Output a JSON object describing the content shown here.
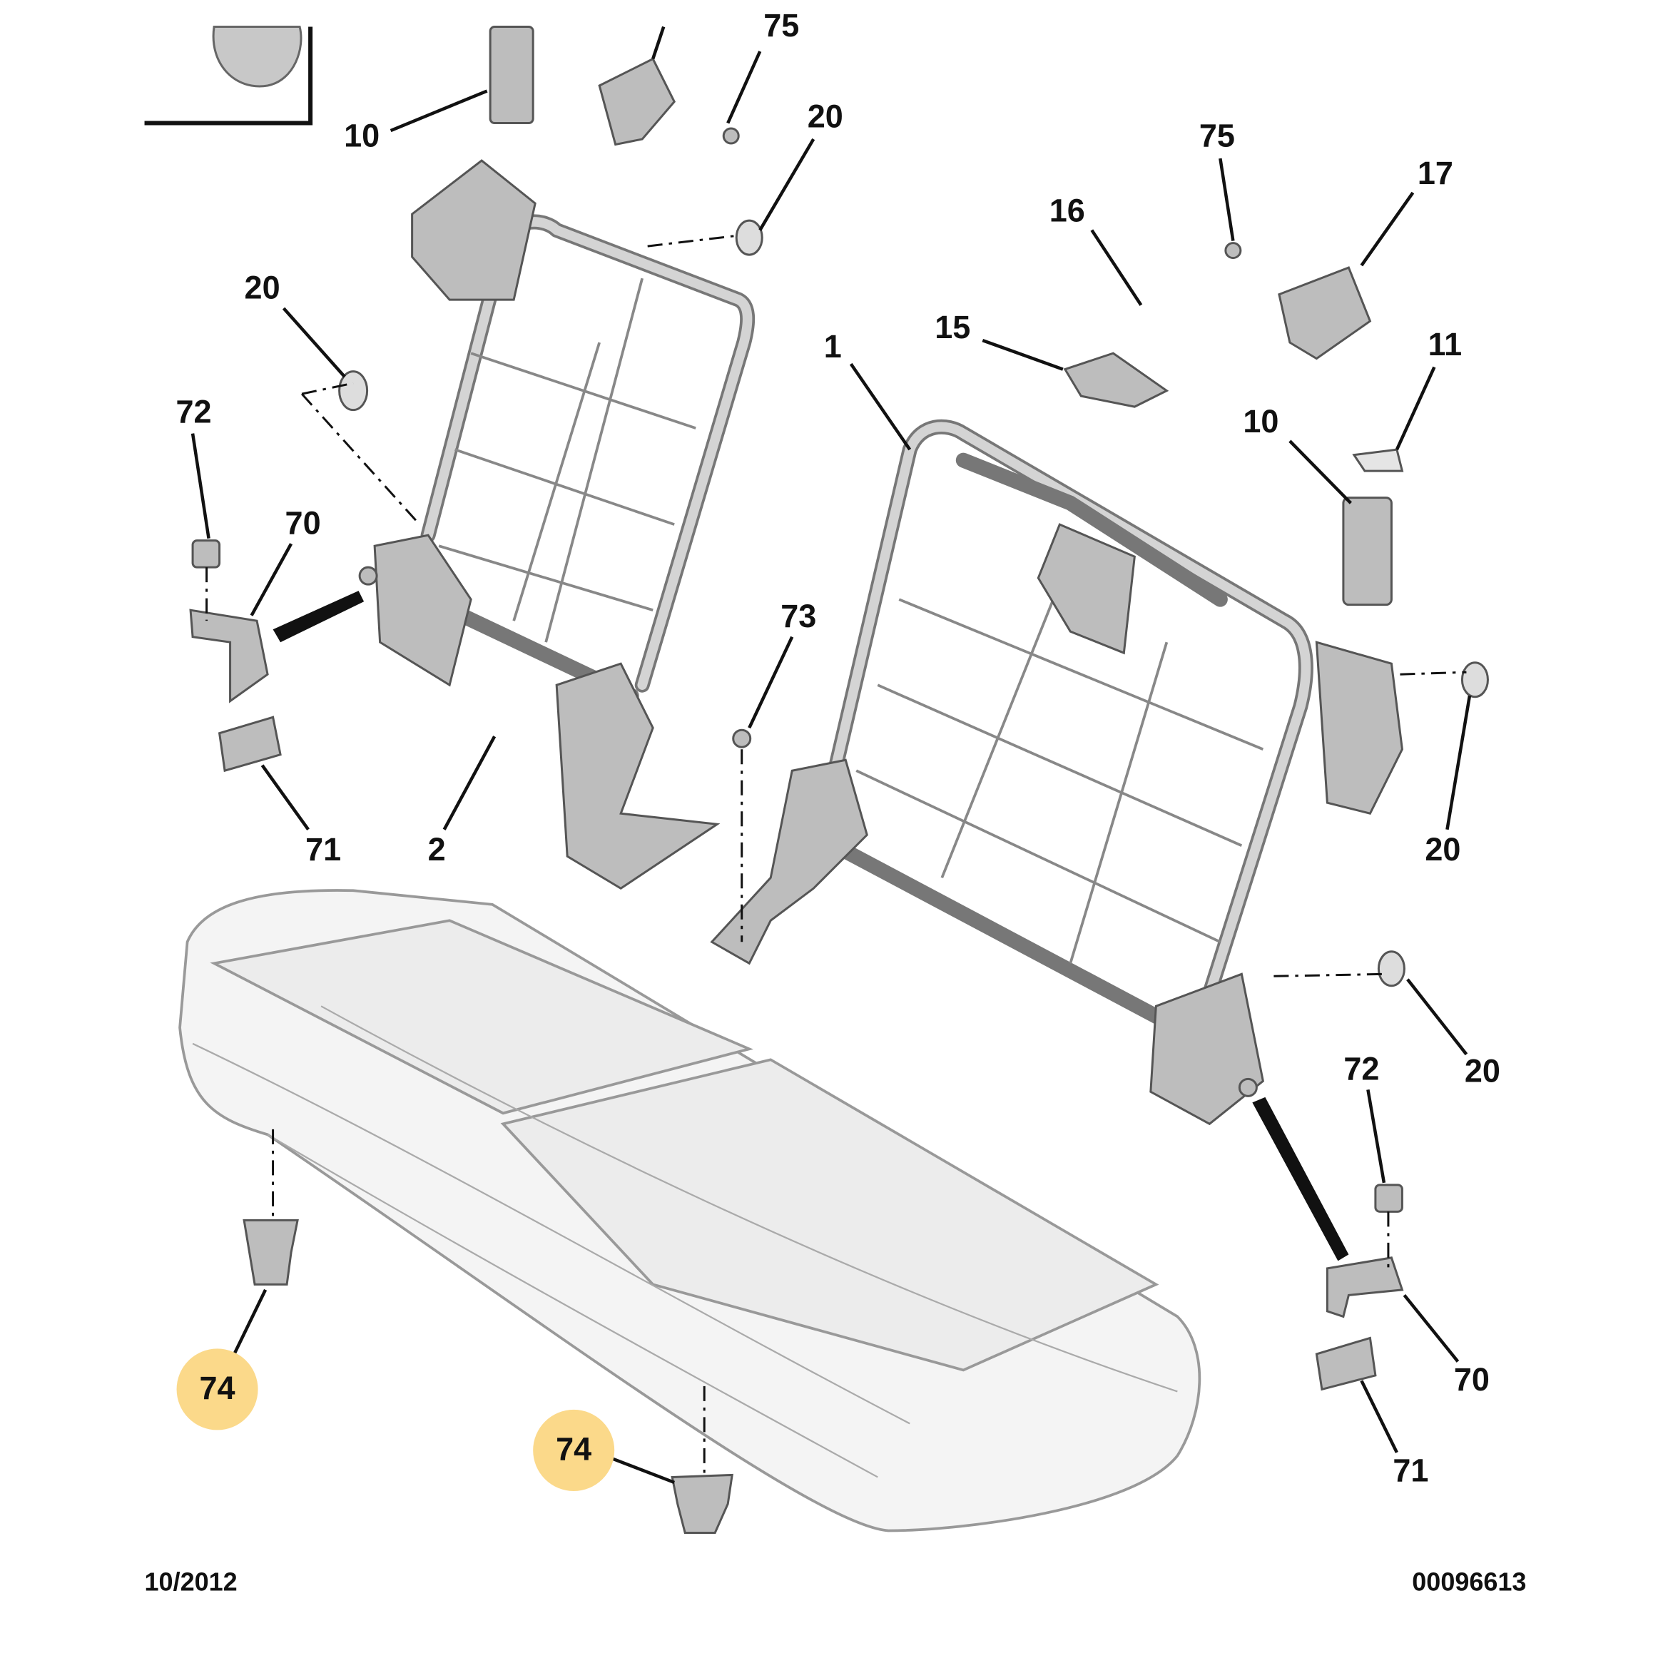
{
  "diagram": {
    "labels": {
      "l10a": "10",
      "l75a": "75",
      "l20a": "20",
      "l75b": "75",
      "l17": "17",
      "l16": "16",
      "l15": "15",
      "l1": "1",
      "l11": "11",
      "l10b": "10",
      "l20b": "20",
      "l72a": "72",
      "l70a": "70",
      "l73": "73",
      "l71a": "71",
      "l2": "2",
      "l20c": "20",
      "l20d": "20",
      "l72b": "72",
      "l70b": "70",
      "l71b": "71",
      "l74a": "74",
      "l74b": "74"
    },
    "highlight_color": "#fbd98a",
    "footer": {
      "date": "10/2012",
      "ref": "00096613"
    }
  }
}
